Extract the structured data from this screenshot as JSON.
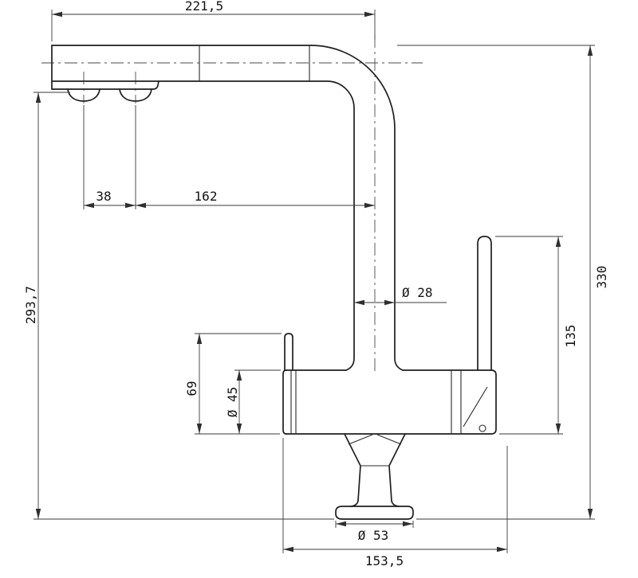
{
  "drawing": {
    "type": "technical-dimension-drawing",
    "subject": "kitchen faucet side view with dimensions",
    "stroke_color": "#1f1f1f",
    "dimension_color": "#3a3a3a",
    "dimensions": {
      "spout_reach": "221,5",
      "outlet_spacing": "38",
      "outlet_to_riser": "162",
      "outlet_height": "293,7",
      "riser_diameter": "Ø 28",
      "overall_height": "330",
      "handle_span": "135",
      "pin_to_base_of_body": "69",
      "body_diameter": "Ø 45",
      "base_diameter": "Ø 53",
      "overall_width": "153,5"
    }
  }
}
